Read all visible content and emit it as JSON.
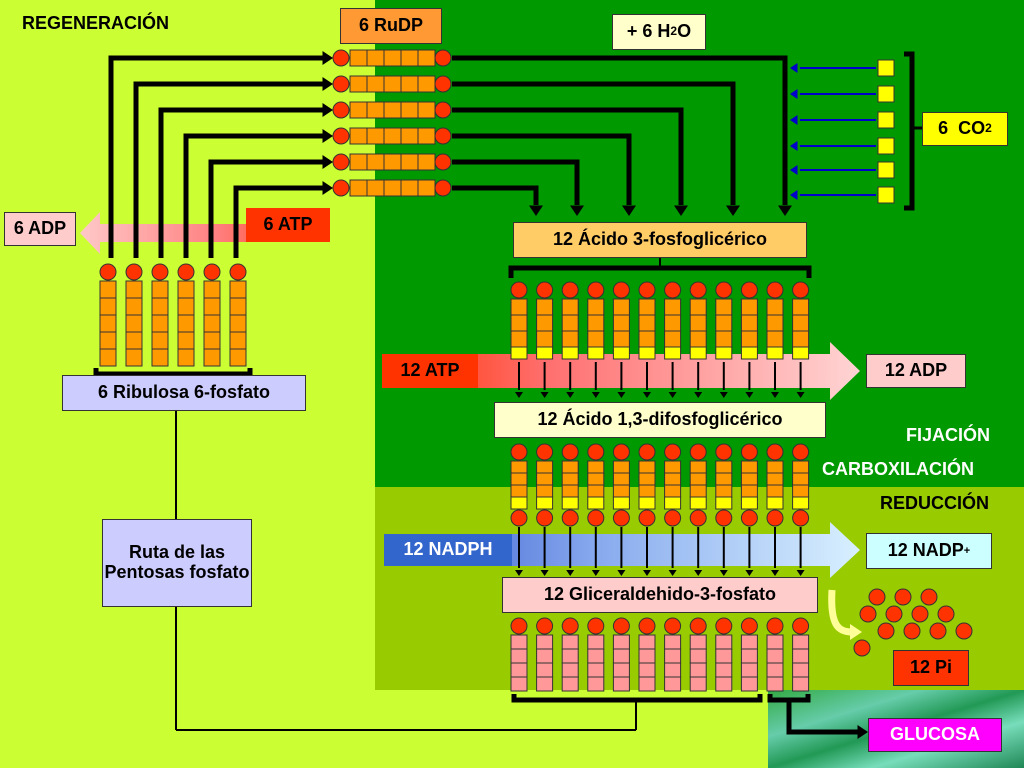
{
  "labels": {
    "regeneracion": "REGENERACIÓN",
    "rudp": "6 RuDP",
    "h2o_prefix": "+ 6 H",
    "h2o_sub": "2",
    "h2o_suffix": "O",
    "co2_prefix": "6  CO",
    "co2_sub": "2",
    "adp6": "6 ADP",
    "atp6": "6 ATP",
    "pga": "12 Ácido 3-fosfoglicérico",
    "atp12": "12 ATP",
    "adp12": "12 ADP",
    "ribulosa": "6 Ribulosa 6-fosfato",
    "dpga": "12 Ácido 1,3-difosfoglicérico",
    "fijacion": "FIJACIÓN",
    "carboxilacion": "CARBOXILACIÓN",
    "reduccion": "REDUCCIÓN",
    "ruta": "Ruta de las Pentosas fosfato",
    "nadph": "12 NADPH",
    "nadp_prefix": "12 NADP",
    "nadp_sup": "+",
    "gap": "12 Gliceraldehido-3-fosfato",
    "pi": "12 Pi",
    "glucosa": "GLUCOSA"
  },
  "colors": {
    "lime": "#ccff33",
    "dark_green": "#009900",
    "olive_green": "#99cc00",
    "orange_cell": "#ff9900",
    "orange_box": "#ff9933",
    "red_dot": "#ff3300",
    "yellow_cell": "#ffff00",
    "pink_cell": "#ff9999",
    "lavender": "#ccccff",
    "blue_arrow": "#3366cc",
    "red_label": "#ff3300",
    "pink_label": "#ffcccc",
    "magenta": "#ff00ff"
  }
}
